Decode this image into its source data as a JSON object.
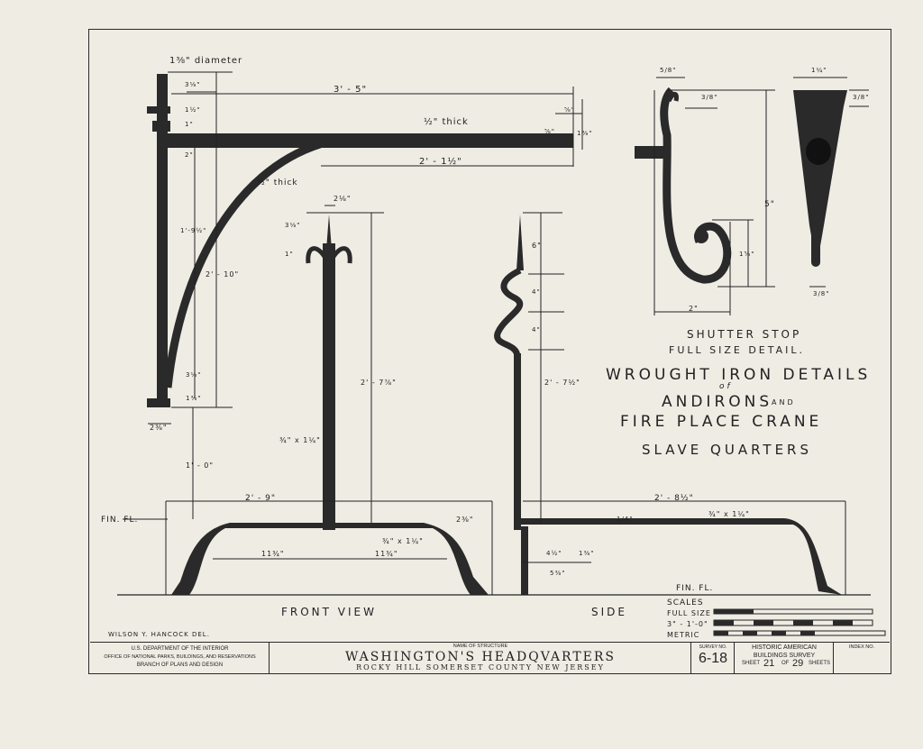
{
  "drawing": {
    "heading_line1": "SHUTTER STOP",
    "heading_line2": "FULL SIZE DETAIL.",
    "title_line1": "WROUGHT IRON DETAILS",
    "title_of": "of",
    "title_line2a": "ANDIRONS",
    "title_and": "AND",
    "title_line3": "FIRE PLACE CRANE",
    "title_line4": "SLAVE QUARTERS",
    "front_view": "FRONT VIEW",
    "side_view": "SIDE",
    "scales_label": "SCALES",
    "scale_full": "FULL SIZE",
    "scale_inch": "3\" - 1'-0\"",
    "scale_metric": "METRIC",
    "delineator": "WILSON Y. HANCOCK  DEL.",
    "fin_fl_left": "FIN. FL.",
    "fin_fl_right": "FIN. FL."
  },
  "dimensions": {
    "crane_diameter": "1⅜\" diameter",
    "crane_span": "3' - 5\"",
    "crane_half_thick": "½\" thick",
    "crane_brace_thick": "½\" thick",
    "crane_arm": "2' - 1½\"",
    "crane_d1": "3⅛\"",
    "crane_d2": "1½\"",
    "crane_d3": "1\"",
    "crane_d4": "2\"",
    "crane_d5": "1'-9½\"",
    "crane_d6": "2' - 10\"",
    "crane_d7": "3⅛\"",
    "crane_d8": "1⅜\"",
    "crane_d9": "2⅜\"",
    "crane_floor": "1' - 0\"",
    "crane_r1": "⅝\"",
    "crane_r2": "1⅜\"",
    "crane_r3": "⅝\"",
    "and_top": "2⅛\"",
    "and_d1": "3⅛\"",
    "and_d2": "1\"",
    "and_height": "2' - 7⅞\"",
    "and_bar": "¾\" x 1¼\"",
    "and_width": "2' - 9\"",
    "and_foot": "2⅜\"",
    "and_left": "11¾\"",
    "and_right": "11¾\"",
    "and_bar2": "¾\" x 1¼\"",
    "side_d1": "6\"",
    "side_d2": "4\"",
    "side_d3": "4\"",
    "side_height": "2' - 7½\"",
    "side_width": "2' - 8½\"",
    "side_bar": "¾\" x 1¼\"",
    "side_thick": "1/4\"",
    "side_b1": "4½\"",
    "side_b2": "1⅜\"",
    "side_b3": "5⅜\"",
    "ss_top": "5/8\"",
    "ss_r": "3/8\"",
    "ss_h": "5\"",
    "ss_r2": "1⅝\"",
    "ss_w": "2\"",
    "ss2_top": "1¼\"",
    "ss2_r": "3/8\"",
    "ss2_b": "3/8\""
  },
  "titleblock": {
    "agency1": "U.S. DEPARTMENT OF THE INTERIOR",
    "agency2": "OFFICE OF NATIONAL PARKS, BUILDINGS, AND RESERVATIONS",
    "agency3": "BRANCH OF PLANS AND DESIGN",
    "name_label": "NAME OF STRUCTURE",
    "structure_name": "WASHINGTON'S HEADQVARTERS",
    "location": "ROCKY HILL  SOMERSET  COUNTY  NEW JERSEY",
    "survey_label": "SURVEY NO.",
    "survey_no": "6-18",
    "habs1": "HISTORIC AMERICAN",
    "habs2": "BUILDINGS SURVEY",
    "sheet_label": "SHEET",
    "sheet_no": "21",
    "of_label": "OF",
    "sheet_total": "29",
    "sheets_label": "SHEETS",
    "index_label": "INDEX NO."
  }
}
